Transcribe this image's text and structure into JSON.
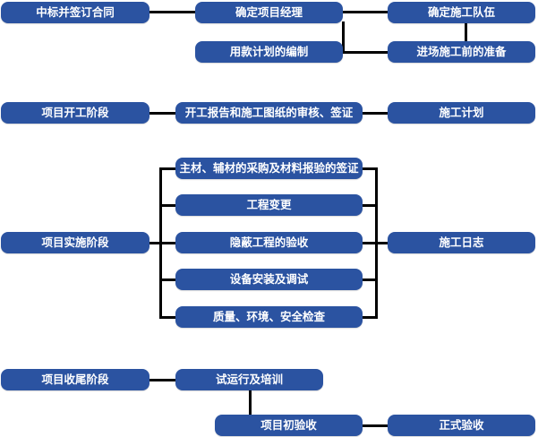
{
  "colors": {
    "box_fill": "#2b53a1",
    "box_text": "#ffffff",
    "connector": "#000000"
  },
  "sections": {
    "contract": {
      "start": "中标并签订合同",
      "manager": "确定项目经理",
      "team": "确定施工队伍",
      "funds_plan": "用款计划的编制",
      "site_prep": "进场施工前的准备"
    },
    "kickoff": {
      "stage": "项目开工阶段",
      "review": "开工报告和施工图纸的审核、签证",
      "plan": "施工计划"
    },
    "implementation": {
      "stage": "项目实施阶段",
      "items": [
        "主材、辅材的采购及材料报验的签证",
        "工程变更",
        "隐蔽工程的验收",
        "设备安装及调试",
        "质量、环境、安全检查"
      ],
      "log": "施工日志"
    },
    "closing": {
      "stage": "项目收尾阶段",
      "trial": "试运行及培训",
      "initial_acceptance": "项目初验收",
      "final_acceptance": "正式验收"
    }
  }
}
